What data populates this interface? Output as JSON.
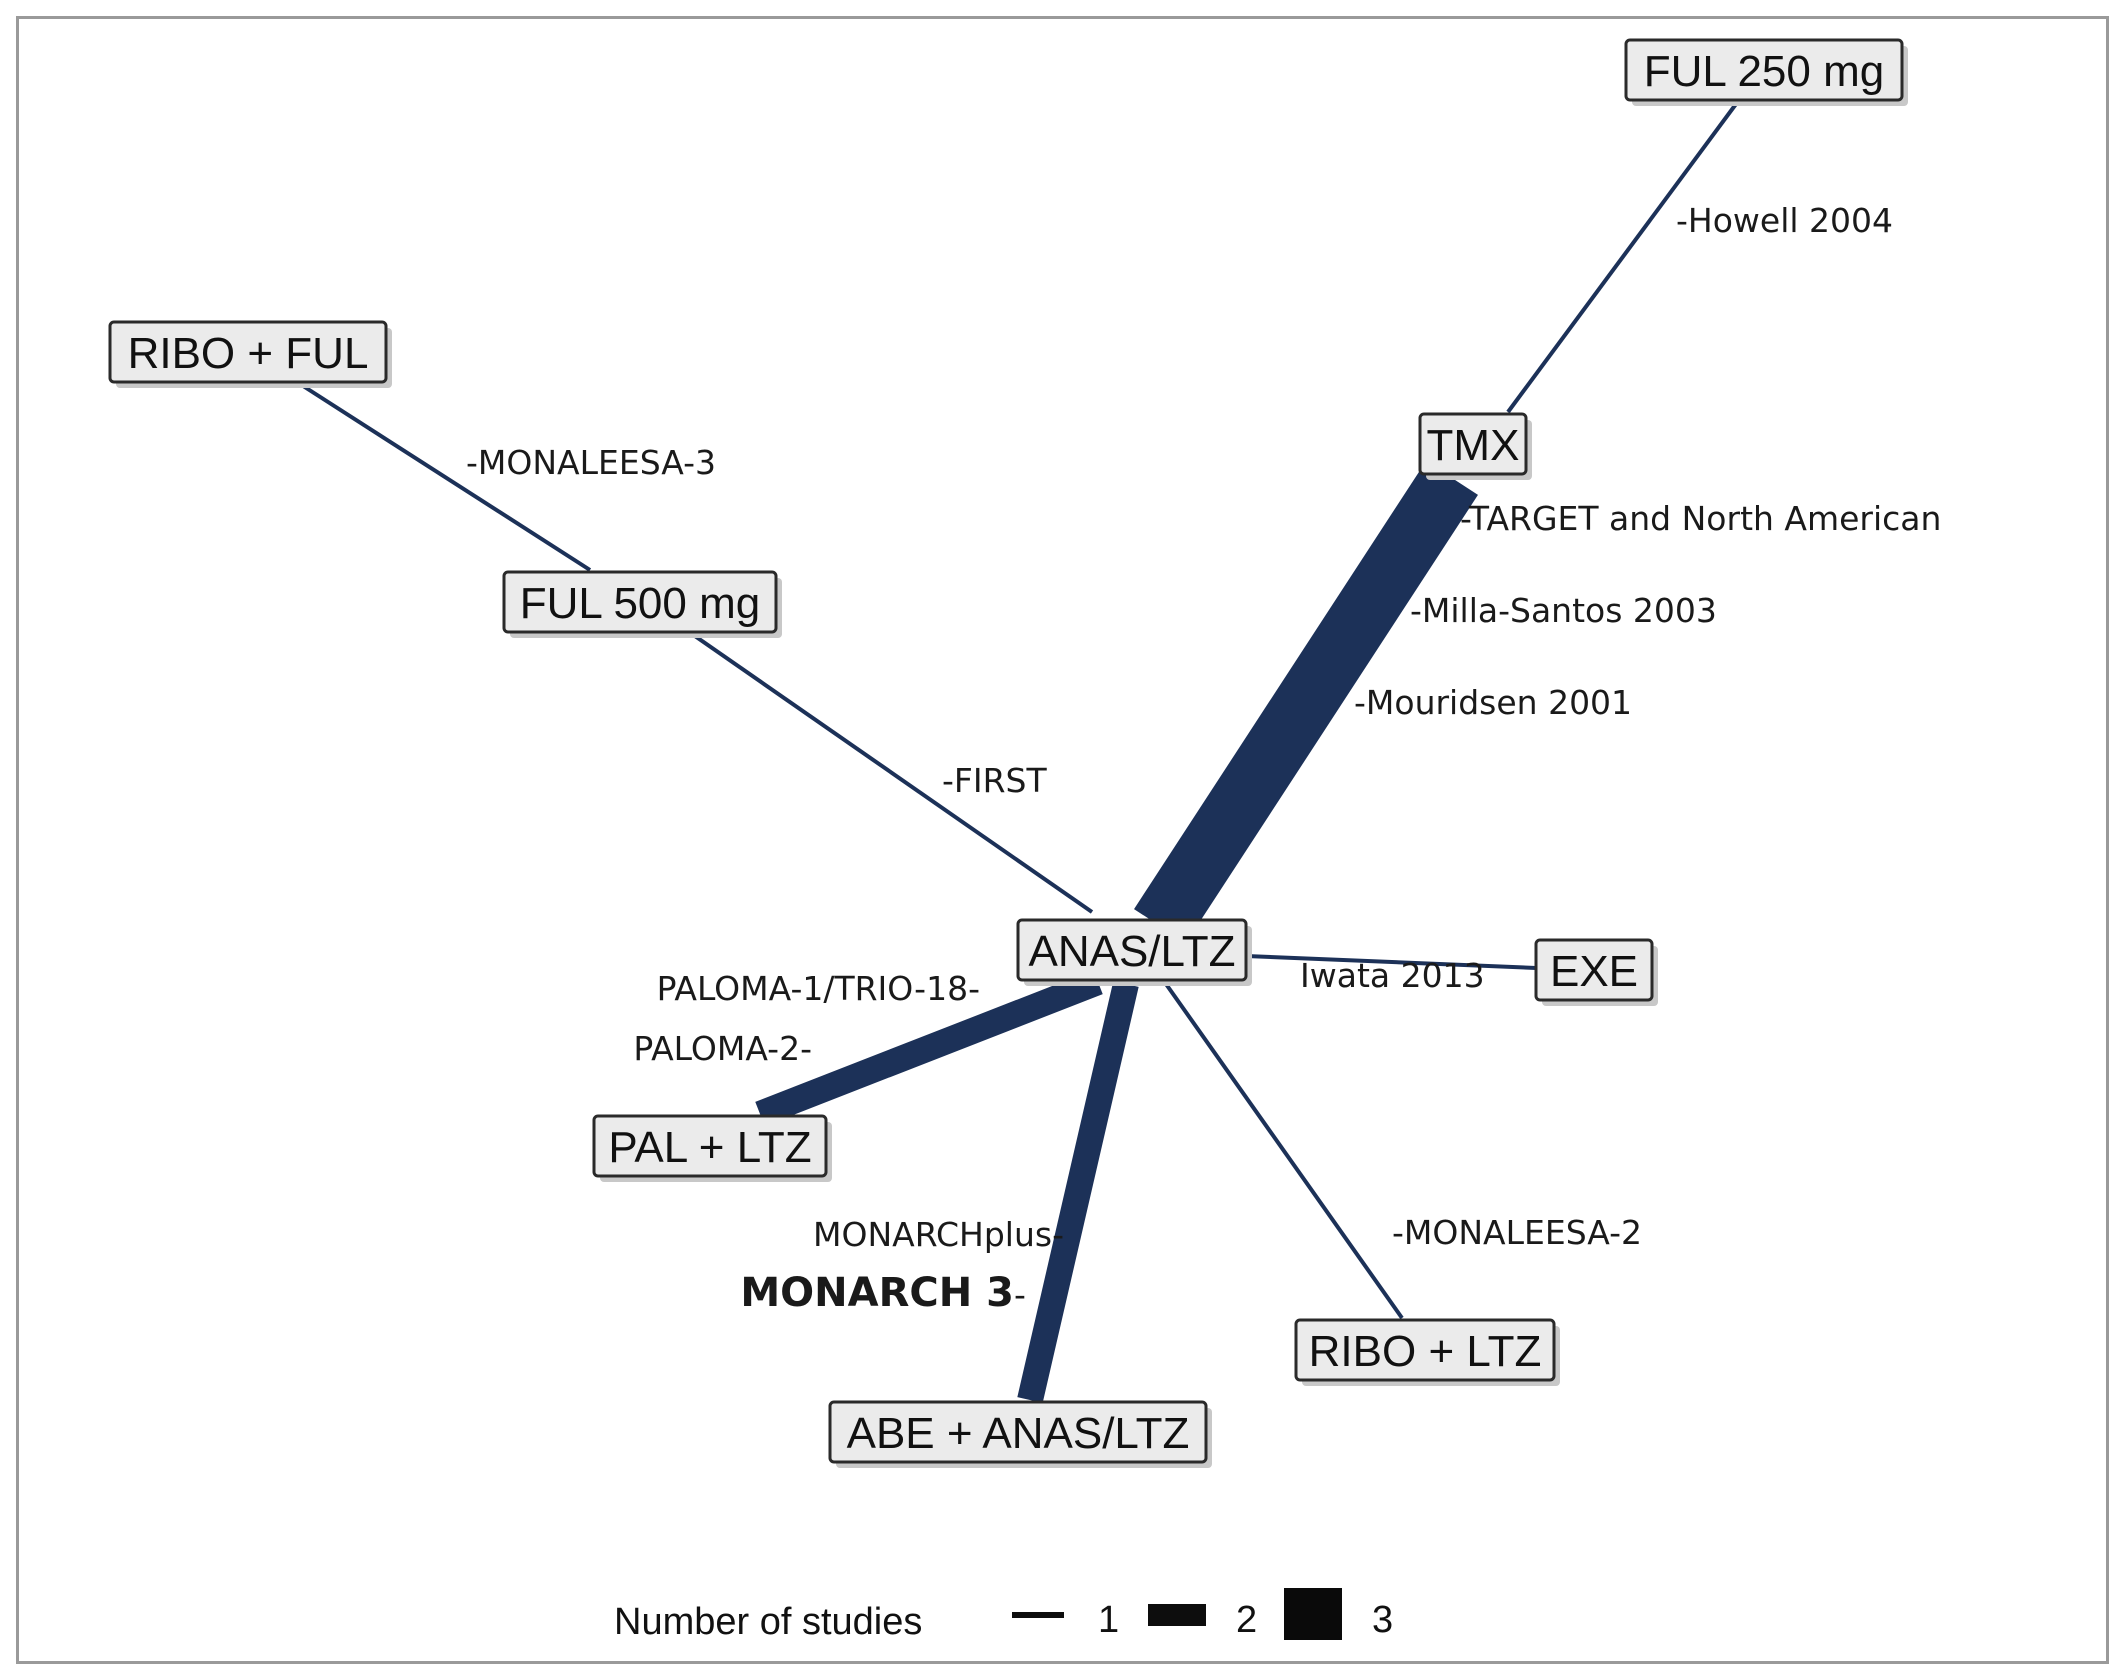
{
  "nodes": [
    {
      "id": "ful250",
      "label": "FUL 250 mg"
    },
    {
      "id": "ribo_ful",
      "label": "RIBO + FUL"
    },
    {
      "id": "tmx",
      "label": "TMX"
    },
    {
      "id": "ful500",
      "label": "FUL 500 mg"
    },
    {
      "id": "anas",
      "label": "ANAS/LTZ"
    },
    {
      "id": "exe",
      "label": "EXE"
    },
    {
      "id": "pal",
      "label": "PAL + LTZ"
    },
    {
      "id": "ribo_ltz",
      "label": "RIBO + LTZ"
    },
    {
      "id": "abe",
      "label": "ABE + ANAS/LTZ"
    }
  ],
  "edges": [
    {
      "from": "ful250",
      "to": "tmx",
      "studies": 1
    },
    {
      "from": "ribo_ful",
      "to": "ful500",
      "studies": 1
    },
    {
      "from": "ful500",
      "to": "anas",
      "studies": 1
    },
    {
      "from": "tmx",
      "to": "anas",
      "studies": 3
    },
    {
      "from": "anas",
      "to": "exe",
      "studies": 1
    },
    {
      "from": "anas",
      "to": "pal",
      "studies": 2
    },
    {
      "from": "anas",
      "to": "abe",
      "studies": 2
    },
    {
      "from": "anas",
      "to": "ribo_ltz",
      "studies": 1
    }
  ],
  "study_labels": [
    {
      "id": "howell",
      "text": "-Howell 2004"
    },
    {
      "id": "monaleesa3",
      "text": "-MONALEESA-3"
    },
    {
      "id": "target",
      "text": "-TARGET and North American"
    },
    {
      "id": "milla",
      "text": "-Milla-Santos 2003"
    },
    {
      "id": "mouridsen",
      "text": "-Mouridsen 2001"
    },
    {
      "id": "first",
      "text": "-FIRST"
    },
    {
      "id": "iwata",
      "text": "Iwata 2013"
    },
    {
      "id": "paloma1",
      "text": "PALOMA-1/TRIO-18-"
    },
    {
      "id": "paloma2",
      "text": "PALOMA-2-"
    },
    {
      "id": "monarchplus",
      "text": "MONARCHplus-"
    },
    {
      "id": "monarch3",
      "text": "MONARCH 3",
      "suffix": "-"
    },
    {
      "id": "monaleesa2",
      "text": "-MONALEESA-2"
    }
  ],
  "highlight_color": "#d42020",
  "edge_color": "#1c3158",
  "legend": {
    "title": "Number of studies",
    "items": [
      {
        "label": "1"
      },
      {
        "label": "2"
      },
      {
        "label": "3"
      }
    ]
  }
}
